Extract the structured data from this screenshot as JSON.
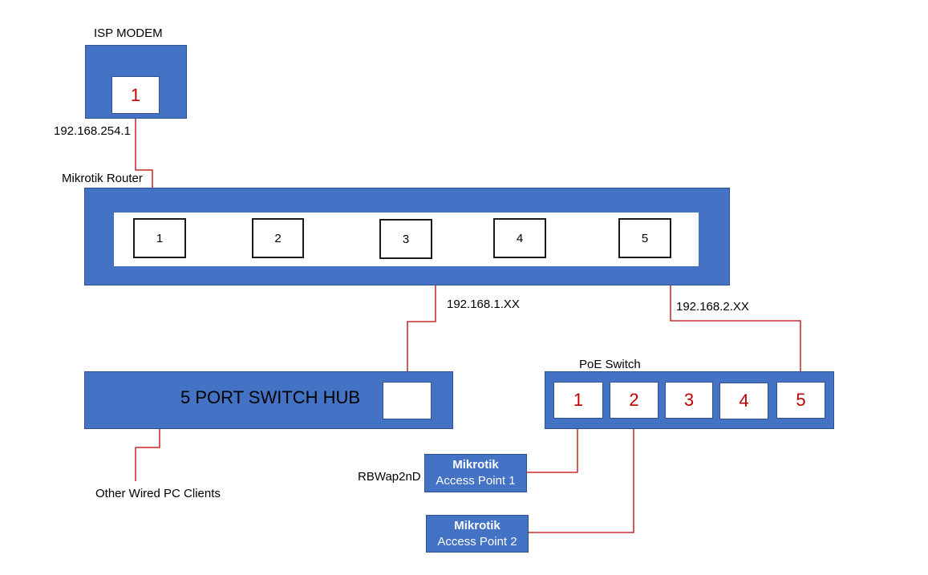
{
  "isp_modem": {
    "title": "ISP MODEM",
    "port": "1",
    "ip": "192.168.254.1"
  },
  "router": {
    "title": "Mikrotik Router",
    "ports": [
      "1",
      "2",
      "3",
      "4",
      "5"
    ],
    "subnet_a": "192.168.1.XX",
    "subnet_b": "192.168.2.XX"
  },
  "switch_hub": {
    "title": "5 PORT SWITCH HUB",
    "clients_label": "Other Wired PC Clients"
  },
  "poe_switch": {
    "title": "PoE Switch",
    "ports": [
      "1",
      "2",
      "3",
      "4",
      "5"
    ]
  },
  "access_points": [
    {
      "line1": "Mikrotik",
      "line2": "Access Point 1",
      "model": "RBWap2nD"
    },
    {
      "line1": "Mikrotik",
      "line2": "Access Point 2"
    }
  ],
  "colors": {
    "box_fill": "#4472c4",
    "wire": "#c00000",
    "port_number": "#c00000"
  }
}
